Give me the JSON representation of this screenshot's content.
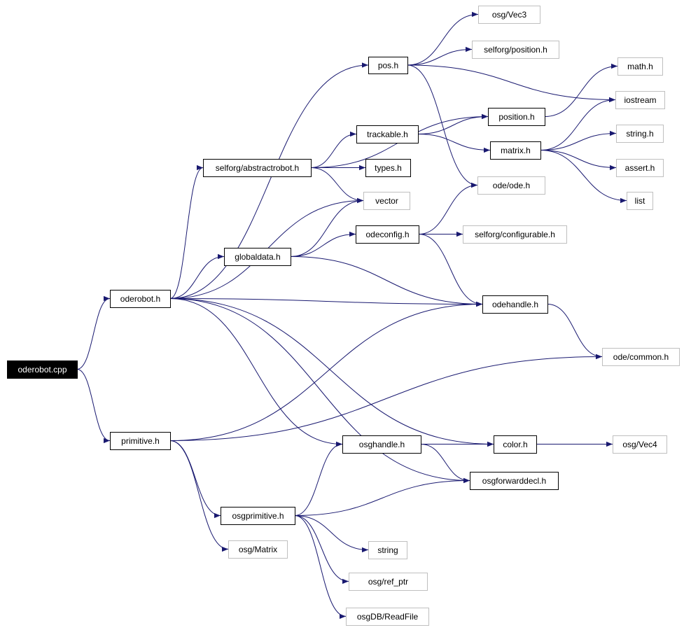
{
  "diagram": {
    "colors": {
      "edge": "#191970",
      "root_fill": "#000000",
      "root_text": "#ffffff",
      "local_border": "#000000",
      "external_border": "#bfbfbf",
      "text": "#000000"
    },
    "nodes": [
      {
        "id": "oderobot_cpp",
        "label": "oderobot.cpp",
        "kind": "root"
      },
      {
        "id": "oderobot_h",
        "label": "oderobot.h",
        "kind": "local"
      },
      {
        "id": "primitive_h",
        "label": "primitive.h",
        "kind": "local"
      },
      {
        "id": "pos_h",
        "label": "pos.h",
        "kind": "local"
      },
      {
        "id": "abstractrobot_h",
        "label": "selforg/abstractrobot.h",
        "kind": "local"
      },
      {
        "id": "globaldata_h",
        "label": "globaldata.h",
        "kind": "local"
      },
      {
        "id": "trackable_h",
        "label": "trackable.h",
        "kind": "local"
      },
      {
        "id": "types_h",
        "label": "types.h",
        "kind": "local"
      },
      {
        "id": "vector",
        "label": "vector",
        "kind": "external"
      },
      {
        "id": "odeconfig_h",
        "label": "odeconfig.h",
        "kind": "local"
      },
      {
        "id": "osg_vec3",
        "label": "osg/Vec3",
        "kind": "external"
      },
      {
        "id": "selforg_position_h",
        "label": "selforg/position.h",
        "kind": "external"
      },
      {
        "id": "position_h",
        "label": "position.h",
        "kind": "local"
      },
      {
        "id": "matrix_h",
        "label": "matrix.h",
        "kind": "local"
      },
      {
        "id": "ode_ode_h",
        "label": "ode/ode.h",
        "kind": "external"
      },
      {
        "id": "selforg_configurable_h",
        "label": "selforg/configurable.h",
        "kind": "external"
      },
      {
        "id": "math_h",
        "label": "math.h",
        "kind": "external"
      },
      {
        "id": "iostream",
        "label": "iostream",
        "kind": "external"
      },
      {
        "id": "string_h",
        "label": "string.h",
        "kind": "external"
      },
      {
        "id": "assert_h",
        "label": "assert.h",
        "kind": "external"
      },
      {
        "id": "list",
        "label": "list",
        "kind": "external"
      },
      {
        "id": "odehandle_h",
        "label": "odehandle.h",
        "kind": "local"
      },
      {
        "id": "ode_common_h",
        "label": "ode/common.h",
        "kind": "external"
      },
      {
        "id": "osghandle_h",
        "label": "osghandle.h",
        "kind": "local"
      },
      {
        "id": "color_h",
        "label": "color.h",
        "kind": "local"
      },
      {
        "id": "osg_vec4",
        "label": "osg/Vec4",
        "kind": "external"
      },
      {
        "id": "osgforwarddecl_h",
        "label": "osgforwarddecl.h",
        "kind": "local"
      },
      {
        "id": "osgprimitive_h",
        "label": "osgprimitive.h",
        "kind": "local"
      },
      {
        "id": "osg_matrix",
        "label": "osg/Matrix",
        "kind": "external"
      },
      {
        "id": "string",
        "label": "string",
        "kind": "external"
      },
      {
        "id": "osg_ref_ptr",
        "label": "osg/ref_ptr",
        "kind": "external"
      },
      {
        "id": "osgdb_readfile",
        "label": "osgDB/ReadFile",
        "kind": "external"
      }
    ],
    "edges": [
      [
        "oderobot_cpp",
        "oderobot_h"
      ],
      [
        "oderobot_cpp",
        "primitive_h"
      ],
      [
        "oderobot_h",
        "pos_h"
      ],
      [
        "oderobot_h",
        "abstractrobot_h"
      ],
      [
        "oderobot_h",
        "globaldata_h"
      ],
      [
        "oderobot_h",
        "vector"
      ],
      [
        "oderobot_h",
        "odehandle_h"
      ],
      [
        "oderobot_h",
        "osghandle_h"
      ],
      [
        "oderobot_h",
        "color_h"
      ],
      [
        "oderobot_h",
        "osgforwarddecl_h"
      ],
      [
        "pos_h",
        "osg_vec3"
      ],
      [
        "pos_h",
        "selforg_position_h"
      ],
      [
        "pos_h",
        "iostream"
      ],
      [
        "pos_h",
        "ode_ode_h"
      ],
      [
        "abstractrobot_h",
        "position_h"
      ],
      [
        "abstractrobot_h",
        "trackable_h"
      ],
      [
        "abstractrobot_h",
        "types_h"
      ],
      [
        "abstractrobot_h",
        "vector"
      ],
      [
        "trackable_h",
        "position_h"
      ],
      [
        "trackable_h",
        "matrix_h"
      ],
      [
        "position_h",
        "math_h"
      ],
      [
        "matrix_h",
        "iostream"
      ],
      [
        "matrix_h",
        "string_h"
      ],
      [
        "matrix_h",
        "assert_h"
      ],
      [
        "matrix_h",
        "list"
      ],
      [
        "globaldata_h",
        "vector"
      ],
      [
        "globaldata_h",
        "odeconfig_h"
      ],
      [
        "globaldata_h",
        "odehandle_h"
      ],
      [
        "odeconfig_h",
        "ode_ode_h"
      ],
      [
        "odeconfig_h",
        "selforg_configurable_h"
      ],
      [
        "odeconfig_h",
        "odehandle_h"
      ],
      [
        "odehandle_h",
        "ode_common_h"
      ],
      [
        "primitive_h",
        "odehandle_h"
      ],
      [
        "primitive_h",
        "ode_common_h"
      ],
      [
        "primitive_h",
        "osgprimitive_h"
      ],
      [
        "primitive_h",
        "osg_matrix"
      ],
      [
        "osgprimitive_h",
        "osghandle_h"
      ],
      [
        "osgprimitive_h",
        "osgforwarddecl_h"
      ],
      [
        "osgprimitive_h",
        "string"
      ],
      [
        "osgprimitive_h",
        "osg_ref_ptr"
      ],
      [
        "osgprimitive_h",
        "osgdb_readfile"
      ],
      [
        "osghandle_h",
        "color_h"
      ],
      [
        "osghandle_h",
        "osgforwarddecl_h"
      ],
      [
        "color_h",
        "osg_vec4"
      ]
    ]
  }
}
